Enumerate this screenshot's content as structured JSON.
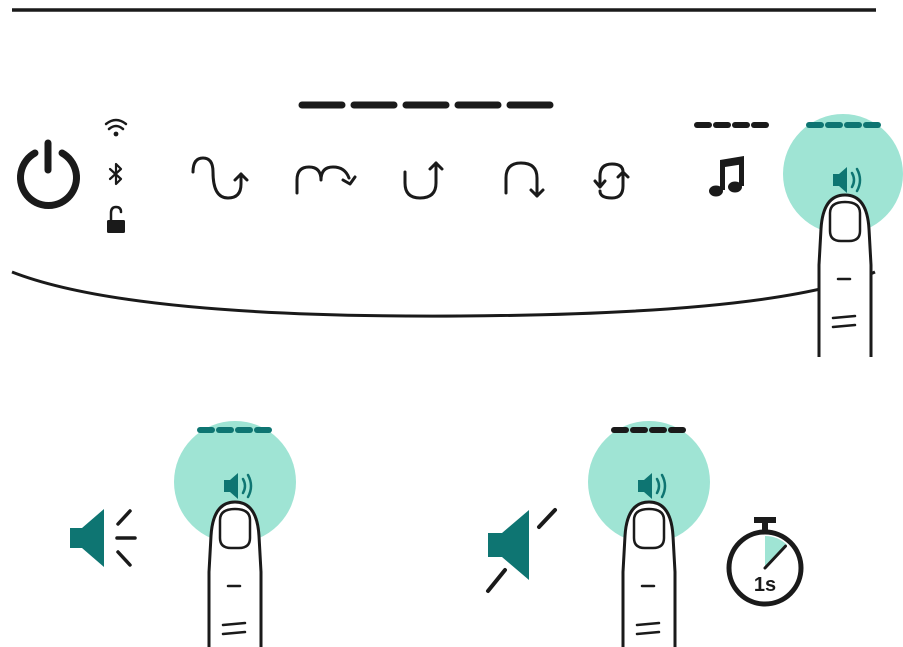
{
  "colors": {
    "ink": "#1a1a1a",
    "teal": "#0e7572",
    "touch_glow": "#9fe4d4",
    "background": "#ffffff"
  },
  "panel": {
    "status_icons": [
      "wifi-icon",
      "bluetooth-icon",
      "unlock-icon"
    ],
    "power_icon": "power-icon",
    "mode_icons": [
      "wave-dip-icon",
      "wave-hump-icon",
      "u-turn-up-icon",
      "u-turn-down-icon",
      "cycle-icon"
    ],
    "music_icon": "music-note-icon",
    "volume_icon": "volume-icon",
    "level_bar_segments": 5,
    "music_bar_segments": 4,
    "volume_bar_segments": 4
  },
  "steps": [
    {
      "name": "volume-up-step",
      "result_icon": "speaker-loud-icon"
    },
    {
      "name": "mute-step",
      "result_icon": "speaker-mute-icon",
      "hold_label": "1s",
      "hold_fraction": 0.12
    }
  ]
}
